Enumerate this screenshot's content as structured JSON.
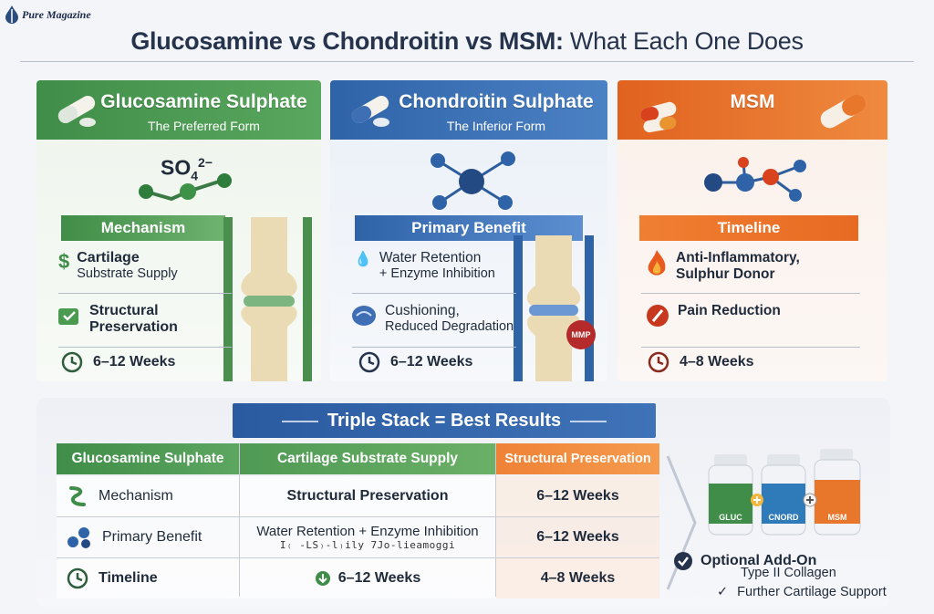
{
  "brand": {
    "name": "Pure Magazine"
  },
  "title": {
    "bold": "Glucosamine vs Chondroitin vs MSM:",
    "rest": " What Each One Does"
  },
  "cards": [
    {
      "title": "Glucosamine Sulphate",
      "subtitle": "The Preferred Form",
      "formula_main": "SO",
      "formula_sub": "4",
      "formula_sup": "2−",
      "band": "Mechanism",
      "item1_a": "Cartilage",
      "item1_b": "Substrate Supply",
      "item2_a": "Structural",
      "item2_b": "Preservation",
      "timeline": "6–12 Weeks",
      "color": "#3f8d48"
    },
    {
      "title": "Chondroitin Sulphate",
      "subtitle": "The Inferior Form",
      "band": "Primary Benefit",
      "item1_a": "Water Retention",
      "item1_b": "+ Enzyme Inhibition",
      "item2_a": "Cushioning,",
      "item2_b": "Reduced Degradation",
      "badge": "MMP",
      "timeline": "6–12 Weeks",
      "color": "#2f63a8"
    },
    {
      "title": "MSM",
      "band": "Timeline",
      "item1_a": "Anti-Inflammatory,",
      "item1_b": "Sulphur Donor",
      "item2_a": "Pain Reduction",
      "timeline": "4–8 Weeks",
      "color": "#e0621f"
    }
  ],
  "stack": {
    "banner": "Triple Stack = Best Results",
    "headers": [
      "Glucosamine Sulphate",
      "Cartilage Substrate Supply",
      "Structural Preservation"
    ],
    "rows": [
      {
        "label": "Mechanism",
        "mid": "Structural Preservation",
        "mid2": "",
        "right": "6–12 Weeks"
      },
      {
        "label": "Primary Benefit",
        "mid": "Water Retention + Enzyme Inhibition",
        "mid2": "I₍ -LS₎-l₎ily 7Jo-lieamoggi",
        "right": "6–12 Weeks"
      },
      {
        "label": "Timeline",
        "mid": "6–12 Weeks",
        "mid2": "",
        "right": "4–8 Weeks"
      }
    ],
    "bottles": [
      "GLUC",
      "CNORD",
      "MSM"
    ],
    "addon_title": "Optional Add-On",
    "addon_item1": "Type II Collagen",
    "addon_item2": "Further Cartilage Support"
  }
}
